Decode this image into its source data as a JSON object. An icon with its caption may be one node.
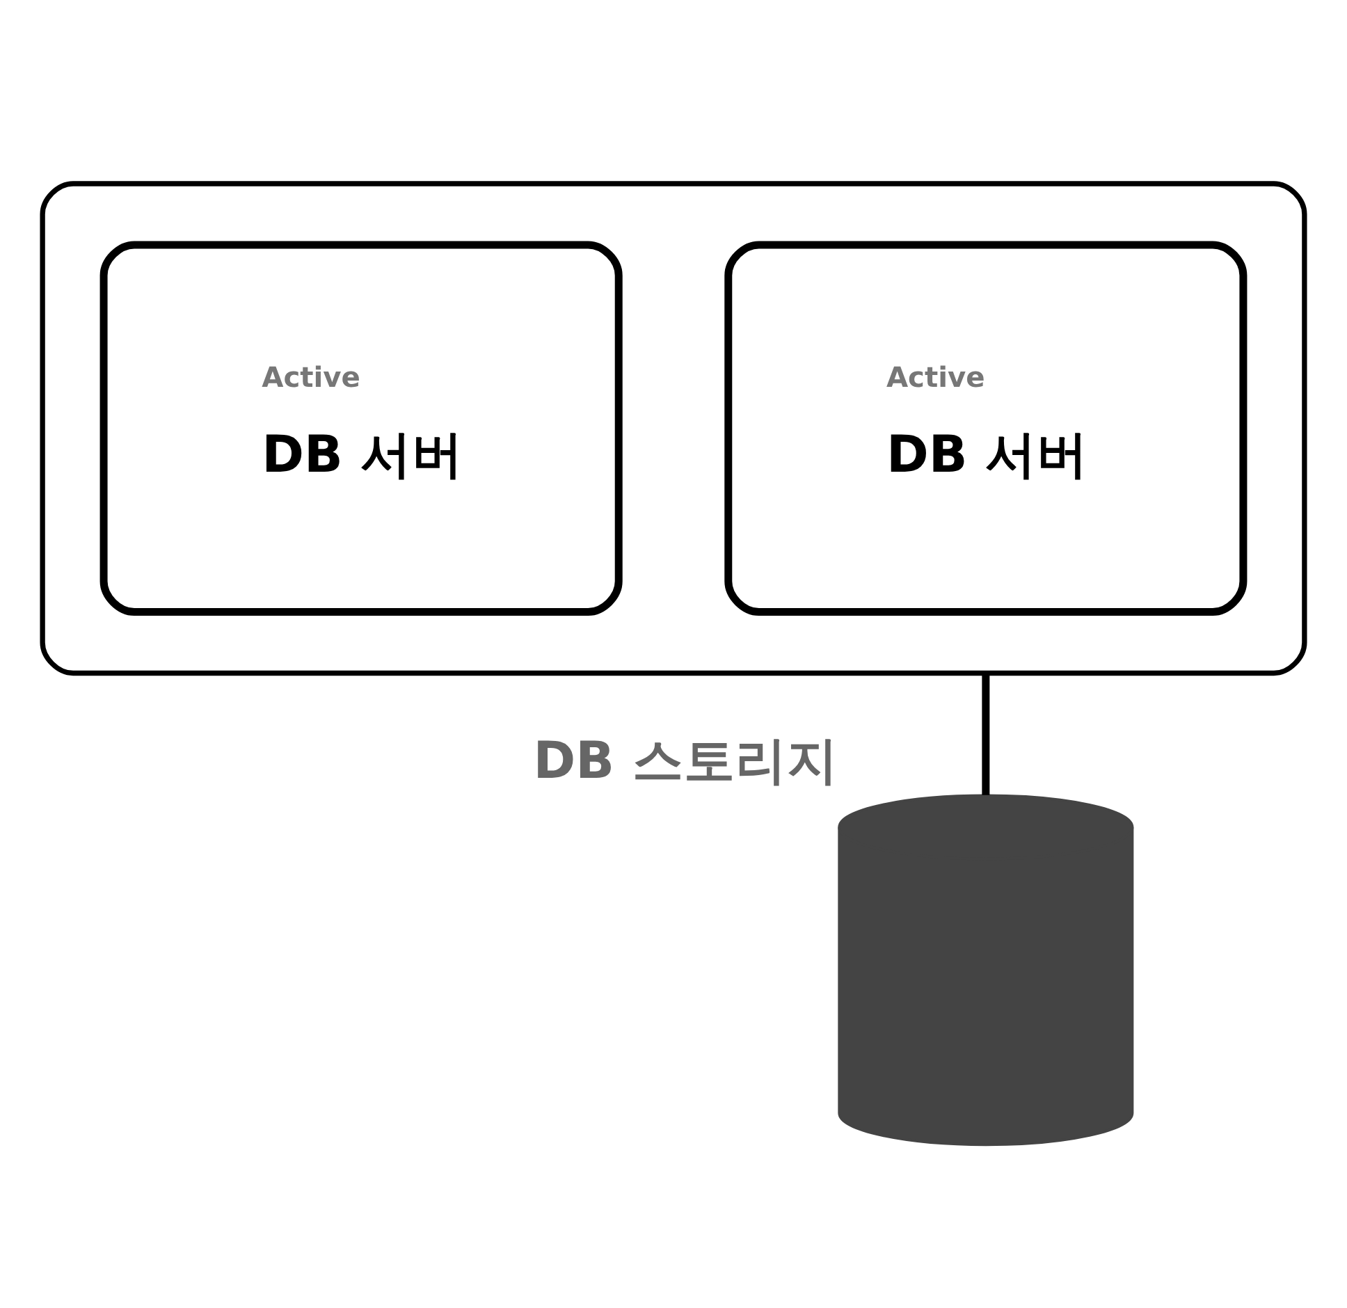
{
  "diagram": {
    "nodes": [
      {
        "text": [],
        "shape": "box"
      },
      {
        "text": [
          "Active",
          "DB 서버"
        ],
        "in": 0
      },
      {
        "text": [
          "Active",
          "DB 서버"
        ],
        "in": 0
      },
      {
        "text": [],
        "shape": "cylinder",
        "beside": [
          "DB 스토리지"
        ]
      }
    ],
    "edges": [
      {
        "from": 0,
        "to": 3,
        "arrow": "none"
      }
    ]
  }
}
